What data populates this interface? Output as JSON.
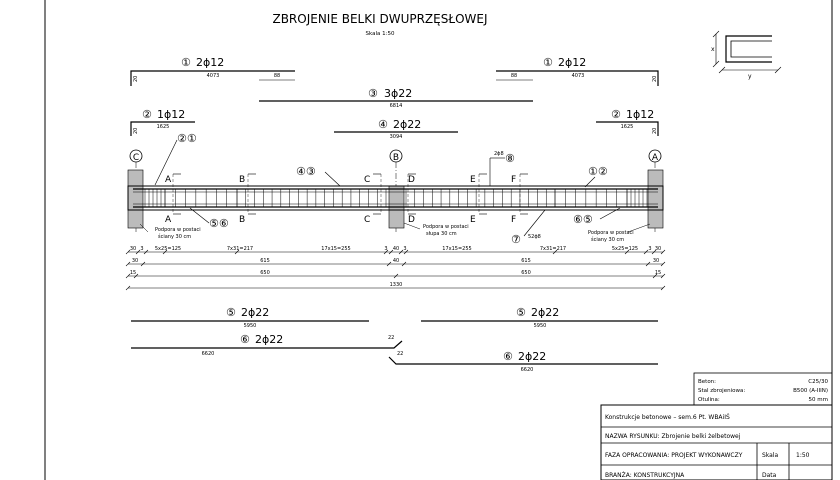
{
  "title": "ZBROJENIE BELKI DWUPRZĘSŁOWEJ",
  "scale": "Skala 1:50",
  "bars": {
    "b1_left": {
      "mark": "①",
      "label": "2ϕ12",
      "length": "4073",
      "hook": "20",
      "overlap": "88"
    },
    "b1_right": {
      "mark": "①",
      "label": "2ϕ12",
      "length": "4073",
      "hook": "20",
      "overlap": "88"
    },
    "b3": {
      "mark": "③",
      "label": "3ϕ22",
      "length": "6814"
    },
    "b2_left": {
      "mark": "②",
      "label": "1ϕ12",
      "length": "1625",
      "hook": "20"
    },
    "b2_right": {
      "mark": "②",
      "label": "1ϕ12",
      "length": "1625",
      "hook": "20"
    },
    "b4": {
      "mark": "④",
      "label": "2ϕ22",
      "length": "3094"
    },
    "b5_left": {
      "mark": "⑤",
      "label": "2ϕ22",
      "length": "5950"
    },
    "b5_right": {
      "mark": "⑤",
      "label": "2ϕ22",
      "length": "5950"
    },
    "b6_left": {
      "mark": "⑥",
      "label": "2ϕ22",
      "length": "6620"
    },
    "b6_right": {
      "mark": "⑥",
      "label": "2ϕ22",
      "length": "6620",
      "overlap": "22"
    }
  },
  "callouts": {
    "c21": "②①",
    "c43": "④③",
    "c12": "①②",
    "c56": "⑤⑥",
    "c65": "⑥⑤",
    "c8": "⑧",
    "c8_text": "2ϕ8",
    "c7": "⑦",
    "c7_text": "52ϕ8"
  },
  "axes": {
    "left": "C",
    "mid": "B",
    "right": "A"
  },
  "sections": {
    "a": "A",
    "b": "B",
    "c": "C",
    "d": "D",
    "e": "E",
    "f": "F"
  },
  "supports": {
    "left": [
      "Podpora w postaci",
      "ściany 30 cm"
    ],
    "mid": [
      "Podpora w postaci",
      "słupa 30 cm"
    ],
    "right": [
      "Podpora w postaci",
      "ściany 30 cm"
    ]
  },
  "dims": {
    "row1": [
      "30",
      "3",
      "5x25=125",
      "7x31=217",
      "17x15=255",
      "3",
      "40",
      "3",
      "17x15=255",
      "7x31=217",
      "5x25=125",
      "3",
      "30"
    ],
    "row2": [
      "30",
      "615",
      "40",
      "615",
      "30"
    ],
    "row3": [
      "15",
      "650",
      "650",
      "15"
    ],
    "row4": "1330"
  },
  "stirrup_labels": [
    "x",
    "y"
  ],
  "materials": [
    {
      "label": "Beton:",
      "value": "C25/30"
    },
    {
      "label": "Stal zbrojeniowa:",
      "value": "B500 (A-IIIN)"
    },
    {
      "label": "Otulina:",
      "value": "50 mm"
    }
  ],
  "title_block": {
    "project": "Konstrukcje betonowe – sem.6 Pt. WBAiIŚ",
    "drawing_name": "NAZWA RYSUNKU: Zbrojenie belki żelbetowej",
    "phase": "FAZA OPRACOWANIA: PROJEKT WYKONAWCZY",
    "scale_label": "Skala",
    "scale_value": "1:50",
    "branch": "BRANŻA: KONSTRUKCYJNA",
    "date_label": "Data"
  }
}
